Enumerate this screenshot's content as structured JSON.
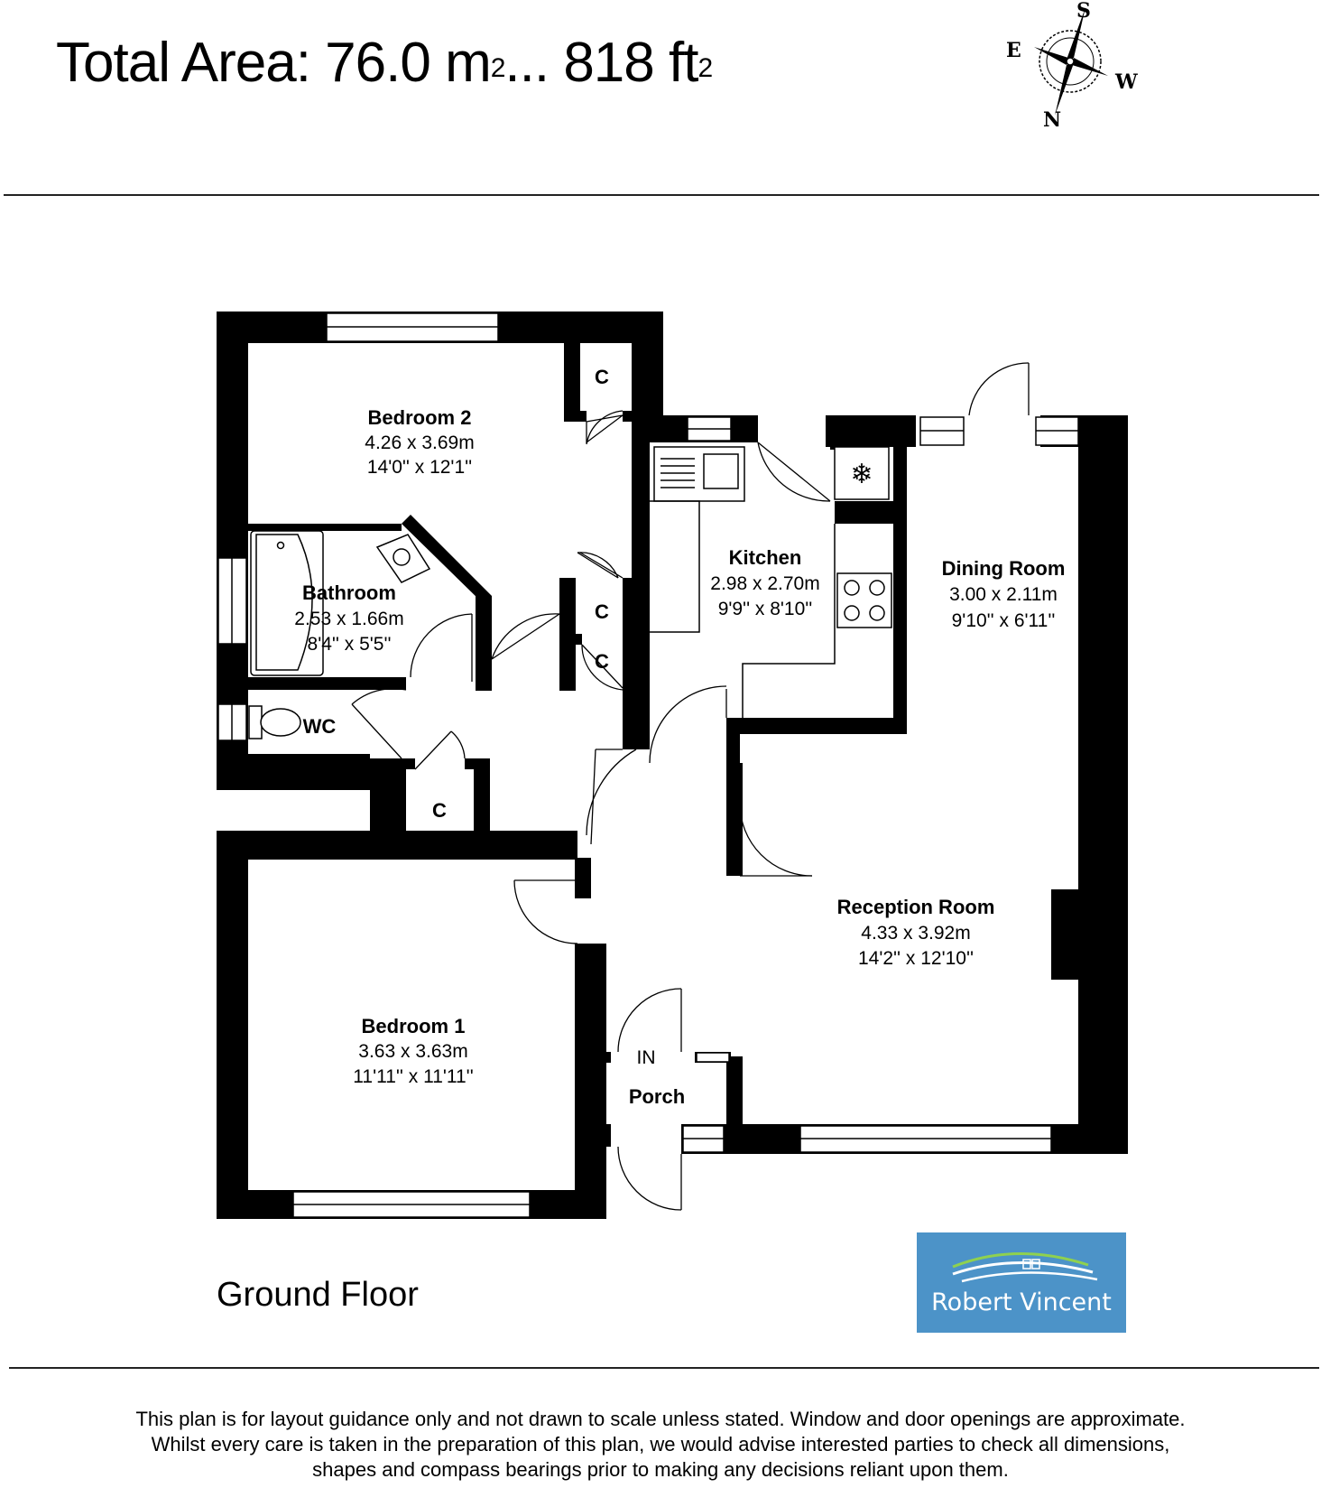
{
  "header": {
    "total_area_prefix": "Total Area: 76.0 m",
    "area_sup_1": "2",
    "area_middle": "... 818 ft",
    "area_sup_2": "2"
  },
  "compass": {
    "n": "N",
    "s": "S",
    "e": "E",
    "w": "W"
  },
  "rooms": {
    "bedroom2": {
      "name": "Bedroom 2",
      "metric": "4.26 x 3.69m",
      "imperial": "14'0'' x 12'1''"
    },
    "bathroom": {
      "name": "Bathroom",
      "metric": "2.53 x 1.66m",
      "imperial": "8'4'' x 5'5''"
    },
    "kitchen": {
      "name": "Kitchen",
      "metric": "2.98 x 2.70m",
      "imperial": "9'9'' x 8'10''"
    },
    "dining": {
      "name": "Dining Room",
      "metric": "3.00 x 2.11m",
      "imperial": "9'10'' x 6'11''"
    },
    "reception": {
      "name": "Reception Room",
      "metric": "4.33 x 3.92m",
      "imperial": "14'2'' x 12'10''"
    },
    "bedroom1": {
      "name": "Bedroom 1",
      "metric": "3.63 x 3.63m",
      "imperial": "11'11'' x 11'11''"
    },
    "porch": {
      "name": "Porch"
    }
  },
  "labels": {
    "wc": "WC",
    "cupboard": "C",
    "entrance": "IN"
  },
  "floor_label": "Ground Floor",
  "logo": {
    "text": "Robert Vincent",
    "bg_color": "#4c93c8"
  },
  "disclaimer": {
    "line1": "This plan is for layout guidance only and not drawn to scale unless stated. Window and door openings are approximate.",
    "line2": "Whilst every care is taken in the preparation of this plan, we would advise interested parties to check all dimensions,",
    "line3": "shapes and compass bearings prior to making any decisions reliant upon them."
  }
}
